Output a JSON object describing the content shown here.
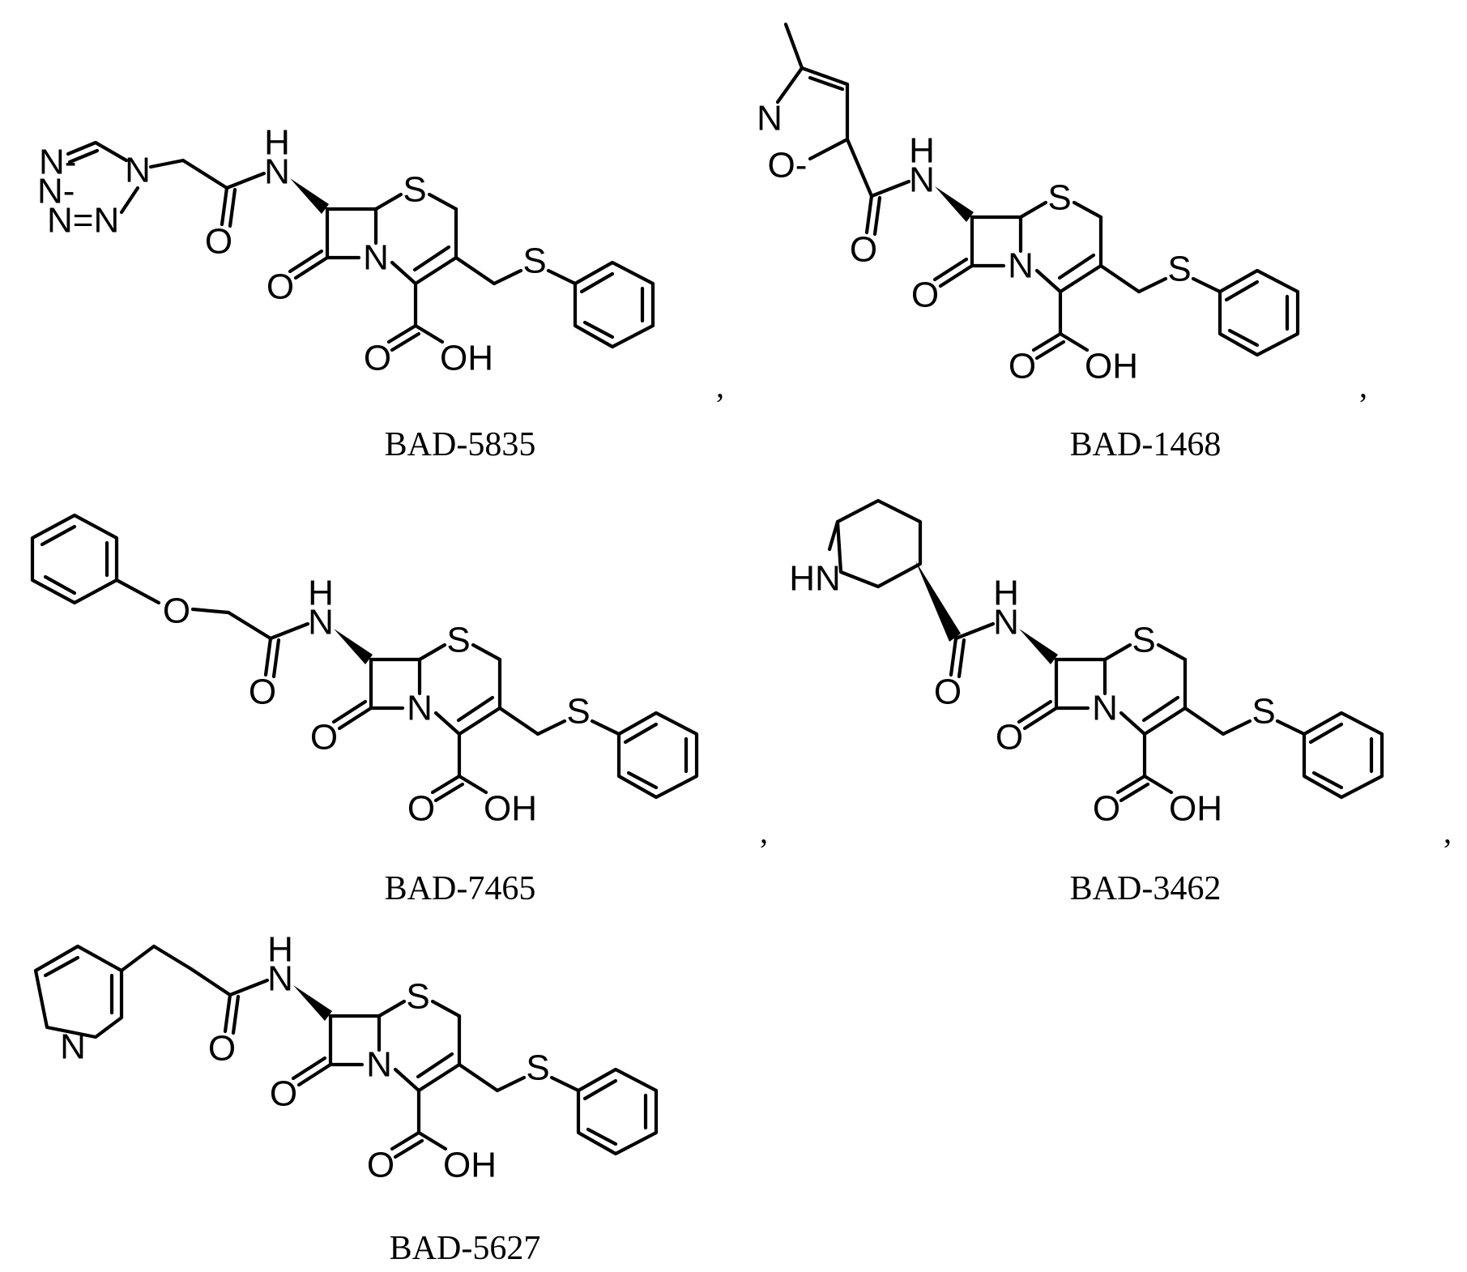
{
  "compounds": [
    {
      "id": "BAD-5835",
      "separator": ","
    },
    {
      "id": "BAD-1468",
      "separator": ","
    },
    {
      "id": "BAD-7465",
      "separator": ","
    },
    {
      "id": "BAD-3462",
      "separator": ","
    },
    {
      "id": "BAD-5627",
      "separator": ""
    }
  ],
  "atoms": {
    "H": "H",
    "N": "N",
    "NH": "NH",
    "HN": "HN",
    "S": "S",
    "O": "O",
    "OH": "OH",
    "Ndash": "N-",
    "NeqN": "N=N",
    "Odash": "O-"
  }
}
